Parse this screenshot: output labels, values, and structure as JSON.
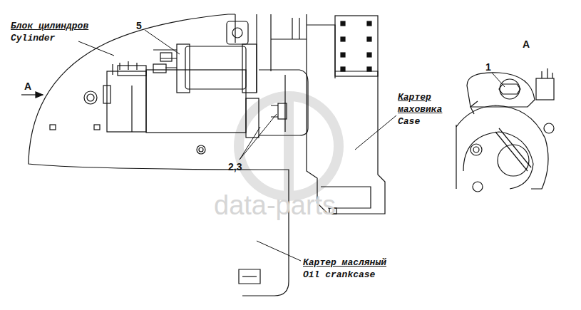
{
  "diagram": {
    "labels": [
      "Блок цилиндров",
      "Cylinder",
      "5",
      "A",
      "2,3",
      "Картер маховика",
      "Case",
      "Картер масляный",
      "Oil crankcase",
      "A",
      "1",
      "data-parts"
    ]
  }
}
